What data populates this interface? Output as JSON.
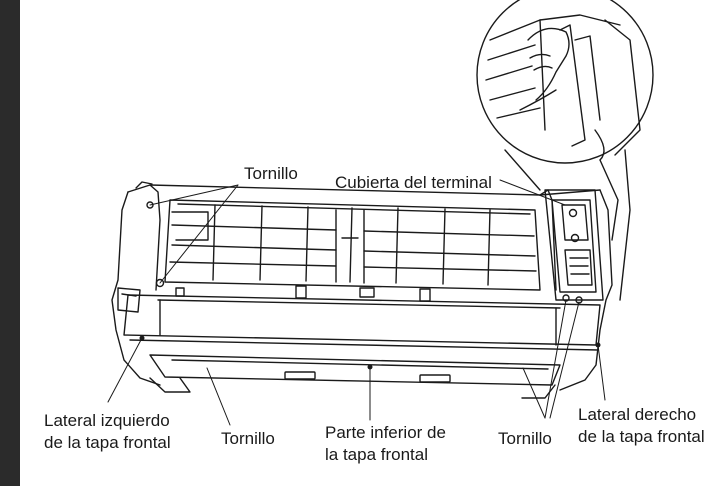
{
  "sidebar": {
    "color": "#2b2b2b"
  },
  "labels": {
    "screw_top": "Tornillo",
    "terminal_cover": "Cubierta del terminal",
    "left_side_line1": "Lateral izquierdo",
    "left_side_line2": "de la tapa frontal",
    "screw_bottom_left": "Tornillo",
    "front_bottom_line1": "Parte inferior de",
    "front_bottom_line2": "la tapa frontal",
    "screw_bottom_right": "Tornillo",
    "right_side_line1": "Lateral derecho",
    "right_side_line2": "de la tapa frontal"
  }
}
